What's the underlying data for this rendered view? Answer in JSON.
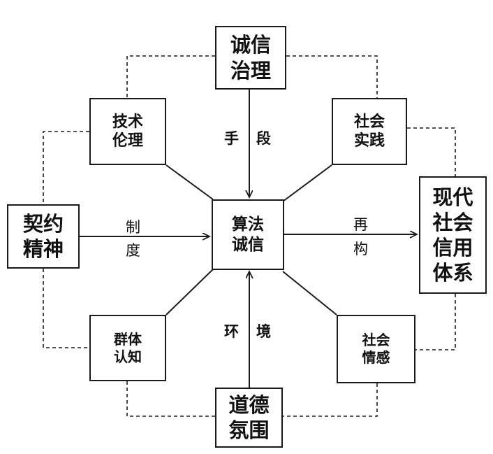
{
  "nodes": {
    "center": [
      "算法",
      "诚信"
    ],
    "top": [
      "诚信",
      "治理"
    ],
    "bottom": [
      "道德",
      "氛围"
    ],
    "left": [
      "契约",
      "精神"
    ],
    "right": [
      "现代",
      "社会",
      "信用",
      "体系"
    ],
    "top_left": [
      "技术",
      "伦理"
    ],
    "top_right": [
      "社会",
      "实践"
    ],
    "bottom_left": [
      "群体",
      "认知"
    ],
    "bottom_right": [
      "社会",
      "情感"
    ]
  },
  "edge_labels": {
    "means": [
      "手",
      "段"
    ],
    "environment": [
      "环",
      "境"
    ],
    "system": [
      "制",
      "度"
    ],
    "reconstruct": [
      "再",
      "构"
    ]
  },
  "colors": {
    "line": "#1a1a1a",
    "text": "#111111",
    "background": "#ffffff"
  }
}
